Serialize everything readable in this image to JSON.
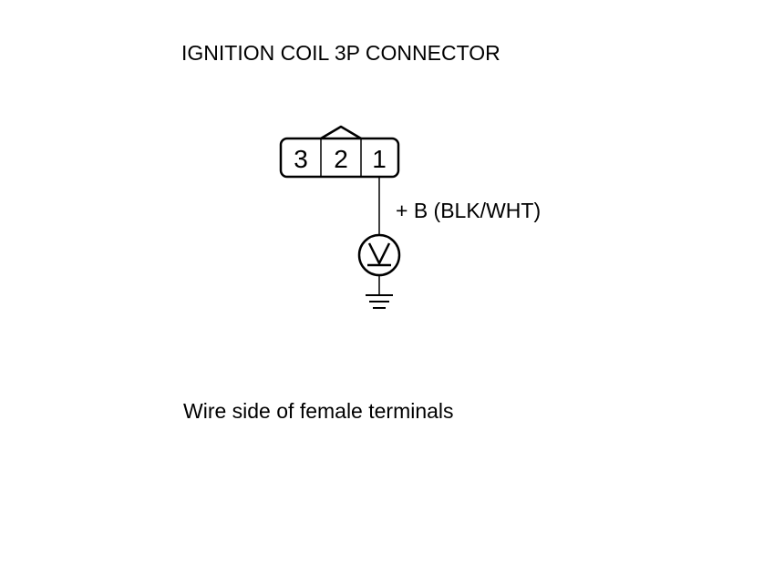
{
  "title": "IGNITION COIL 3P CONNECTOR",
  "connector": {
    "terminals": [
      "3",
      "2",
      "1"
    ]
  },
  "wire": {
    "label": "+ B (BLK/WHT)"
  },
  "meter": {
    "symbol": "V"
  },
  "caption": "Wire side of female terminals",
  "icons": {
    "voltmeter": "voltmeter-icon",
    "ground": "ground-icon"
  },
  "colors": {
    "line": "#000000",
    "background": "#ffffff"
  }
}
